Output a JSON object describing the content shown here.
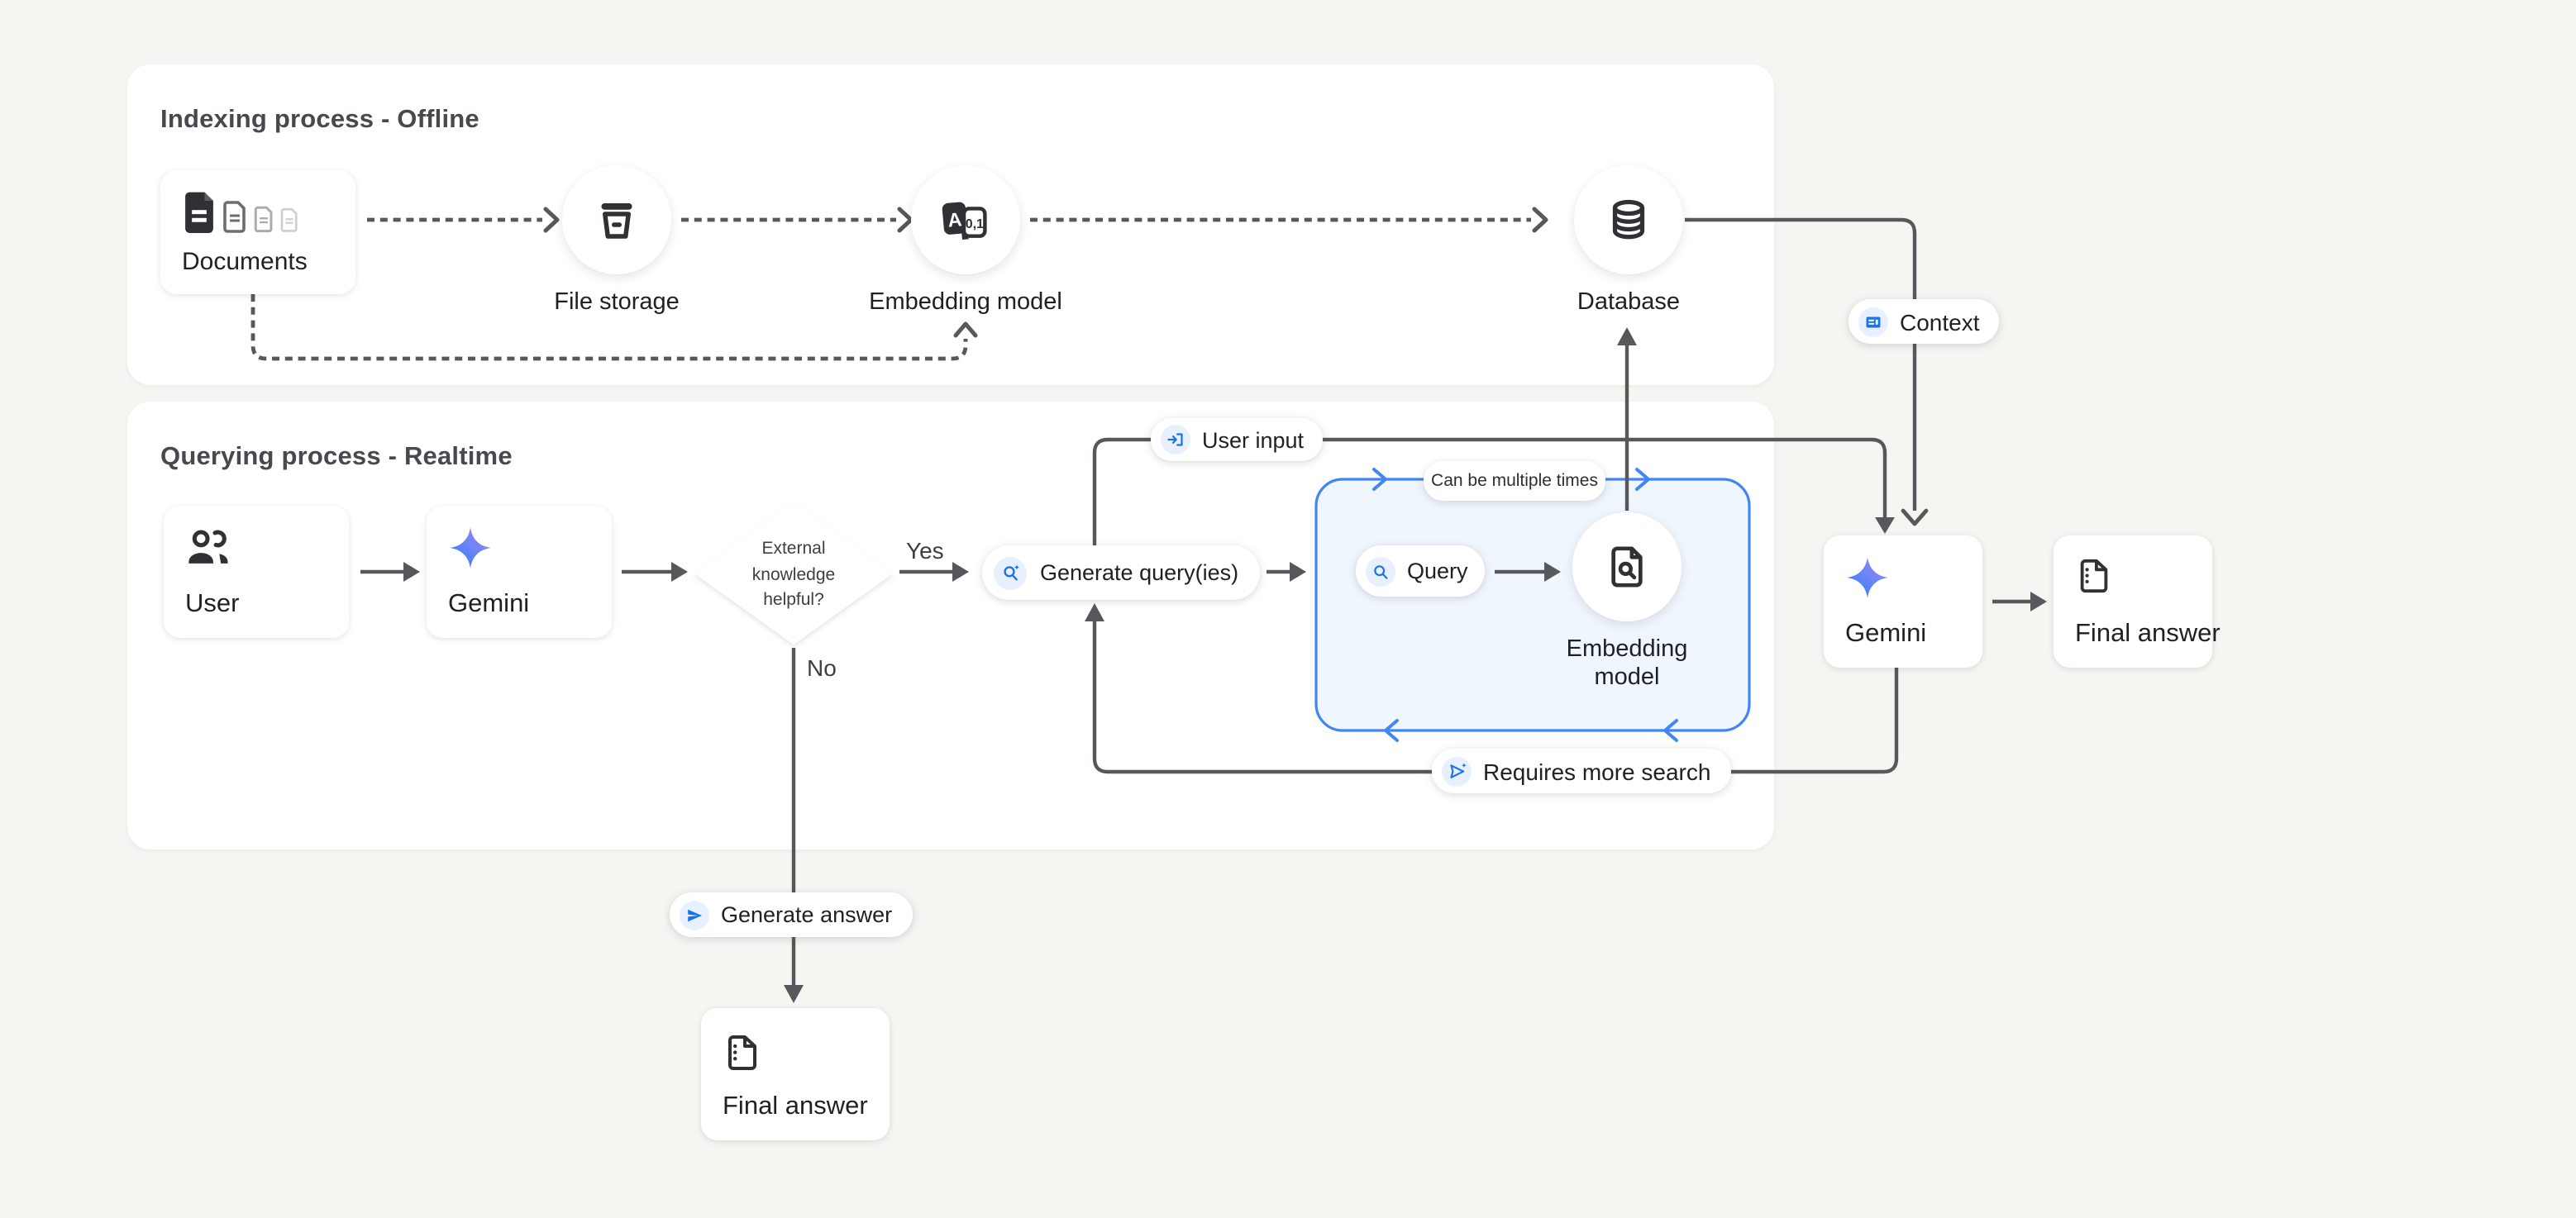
{
  "colors": {
    "page_bg": "#f6f5f2",
    "panel_bg": "#ffffff",
    "accent_blue": "#1a73e8",
    "box_border": "#4285f4",
    "box_fill": "#f0f6fd",
    "icon_dark": "#2f3134",
    "line_gray": "#56585c",
    "badge_icon_bg": "#e8f0fe",
    "text_dark": "#202124",
    "gemini_grad_start": "#3c7df7",
    "gemini_grad_end": "#a47cf6"
  },
  "panels": {
    "indexing": {
      "title": "Indexing process - Offline"
    },
    "querying": {
      "title": "Querying process - Realtime"
    }
  },
  "nodes": {
    "documents": {
      "label": "Documents"
    },
    "file_storage": {
      "label": "File storage"
    },
    "embedding_model": {
      "label": "Embedding model"
    },
    "database": {
      "label": "Database"
    },
    "user": {
      "label": "User"
    },
    "gemini_left": {
      "label": "Gemini"
    },
    "embedding_model_2": {
      "label_line1": "Embedding",
      "label_line2": "model"
    },
    "gemini_right": {
      "label": "Gemini"
    },
    "final_answer_right": {
      "label": "Final answer"
    },
    "final_answer_bottom": {
      "label": "Final answer"
    }
  },
  "decision": {
    "line1": "External",
    "line2": "knowledge",
    "line3": "helpful?",
    "yes_label": "Yes",
    "no_label": "No"
  },
  "pills": {
    "generate_queries": {
      "label": "Generate query(ies)",
      "icon": "search-sparkle-icon"
    },
    "query": {
      "label": "Query",
      "icon": "search-icon"
    },
    "user_input": {
      "label": "User input",
      "icon": "input-icon"
    },
    "context": {
      "label": "Context",
      "icon": "article-icon"
    },
    "requires_more_search": {
      "label": "Requires more search",
      "icon": "send-sparkle-icon"
    },
    "generate_answer": {
      "label": "Generate answer",
      "icon": "send-icon"
    },
    "can_be_multiple_times": {
      "label": "Can be multiple times"
    }
  },
  "embedding_icon_text": {
    "letter": "A",
    "digits": "0,1"
  }
}
